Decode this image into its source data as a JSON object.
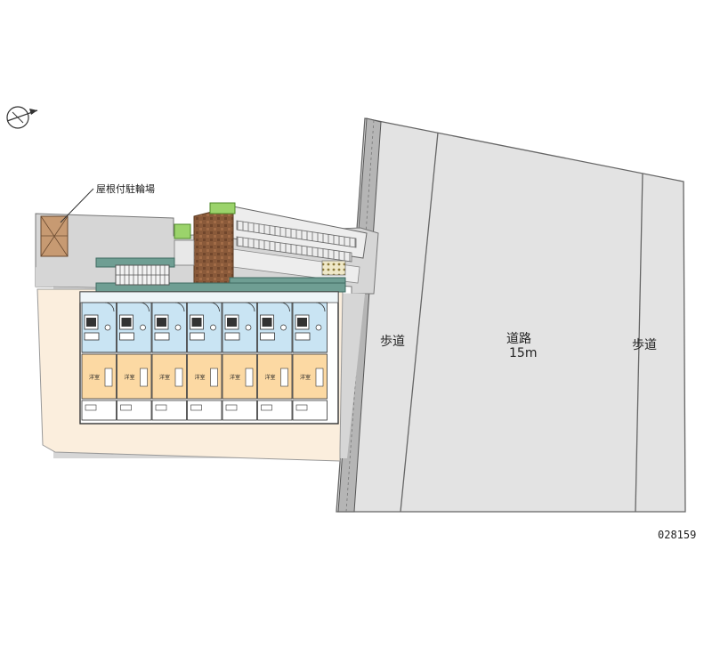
{
  "labels": {
    "covered_bike_parking": "屋根付駐輪場",
    "sidewalk_left": "歩道",
    "road_name": "道路",
    "road_width": "15m",
    "sidewalk_right": "歩道",
    "property_code": "028159",
    "unit_room": "洋室"
  },
  "units": [
    {
      "id": "unit-1"
    },
    {
      "id": "unit-2"
    },
    {
      "id": "unit-3"
    },
    {
      "id": "unit-4"
    },
    {
      "id": "unit-5"
    },
    {
      "id": "unit-6"
    },
    {
      "id": "unit-7"
    }
  ],
  "colors": {
    "road": "#e3e3e3",
    "sidewalk": "#e3e3e3",
    "lot": "#d6d6d6",
    "courtyard": "#fbeedd",
    "room_floor": "#fcd9a3",
    "wet_area": "#c9e4f3",
    "corridor_roof": "#6f9e93",
    "paving": "#8a5a3a",
    "greenery": "#9bd36b",
    "bike_roof": "#c79a72"
  }
}
